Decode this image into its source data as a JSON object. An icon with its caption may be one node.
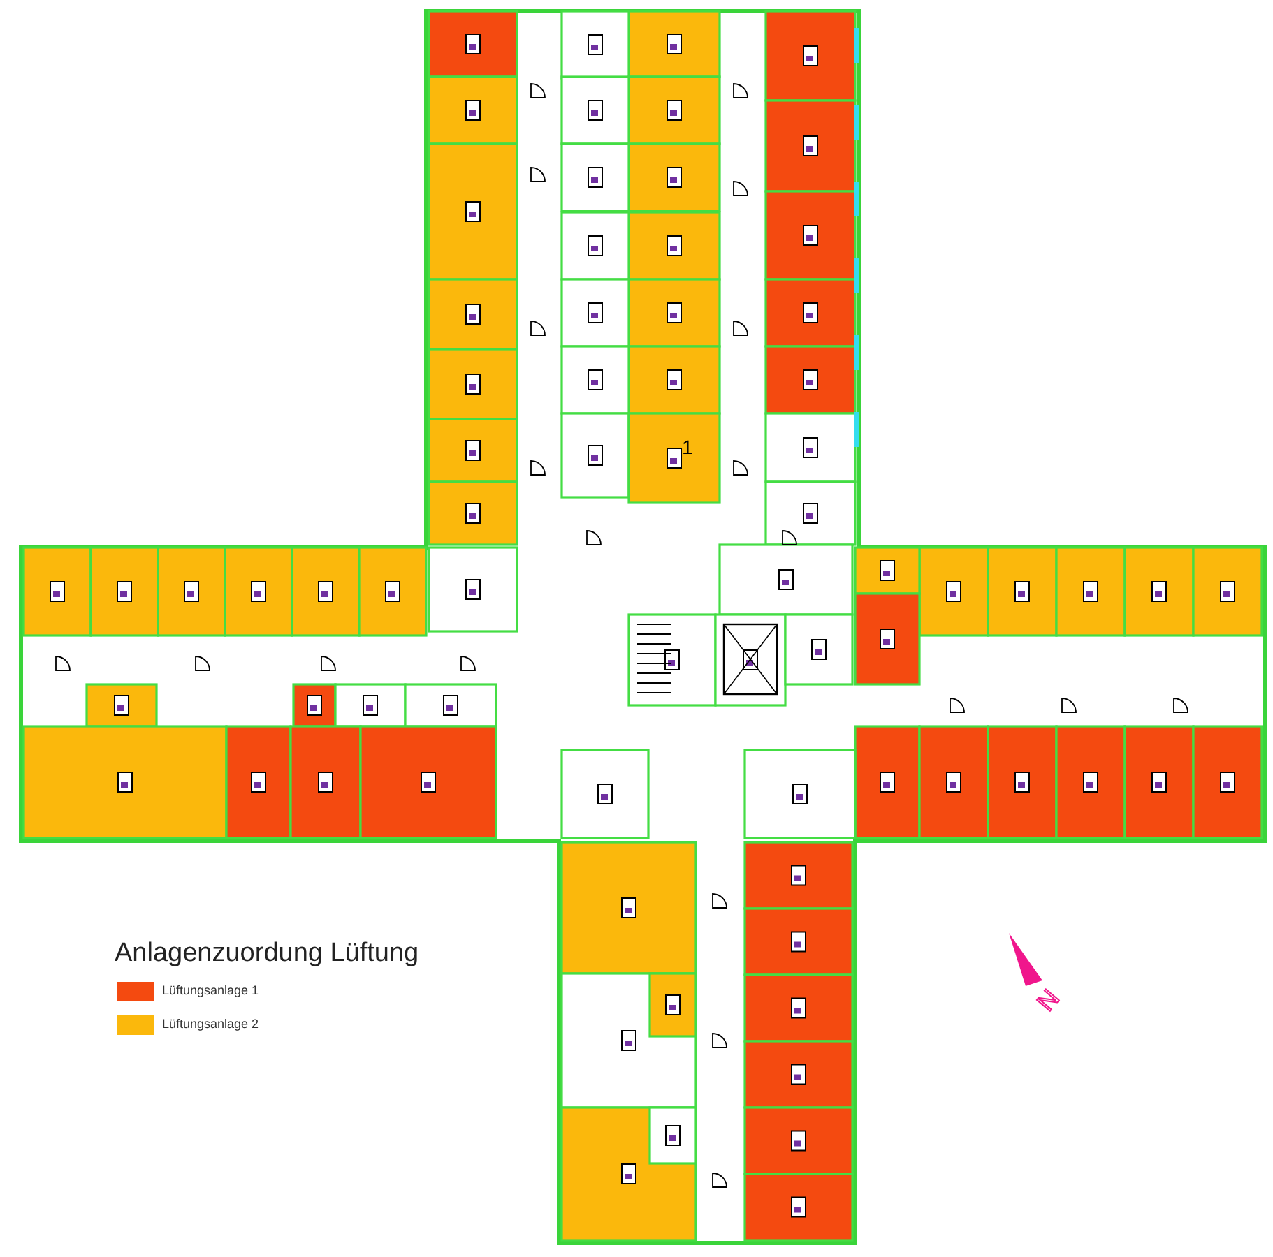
{
  "diagram": {
    "title": "Anlagenzuordung Lüftung",
    "labels": [
      "1",
      "N"
    ],
    "legend": [
      {
        "text": "Lüftungsanlage 1",
        "color": "#f44a10"
      },
      {
        "text": "Lüftungsanlage 2",
        "color": "#fbb80c"
      }
    ]
  }
}
